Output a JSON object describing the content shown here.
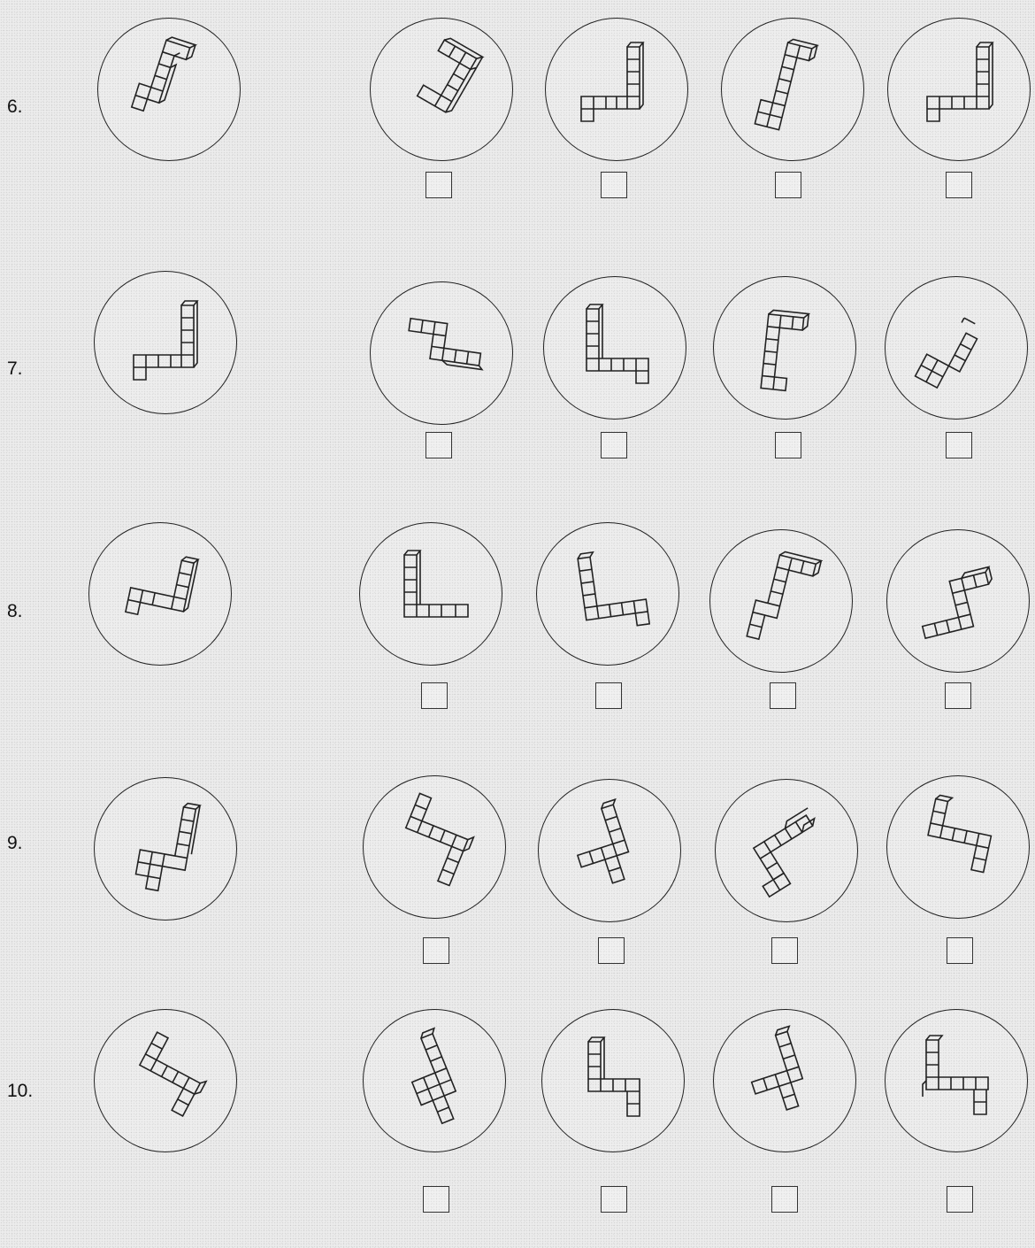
{
  "questions": [
    {
      "number": "6."
    },
    {
      "number": "7."
    },
    {
      "number": "8."
    },
    {
      "number": "9."
    },
    {
      "number": "10."
    }
  ],
  "options_per_question": 4,
  "colors": {
    "paper": "#ececec",
    "ink": "#222222"
  },
  "icons": {
    "figure": "cube-chain-figure-icon",
    "checkbox": "answer-checkbox"
  }
}
